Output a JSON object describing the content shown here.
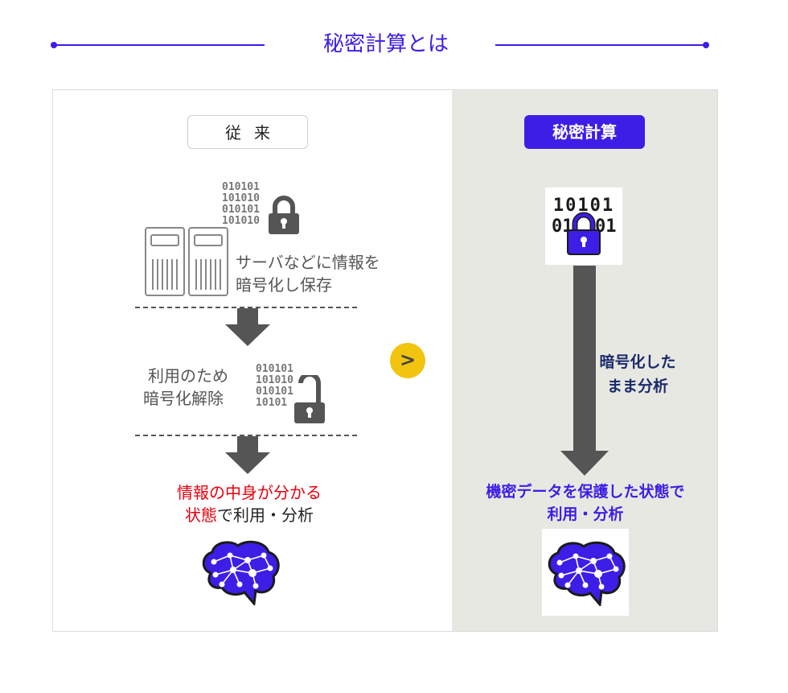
{
  "header": {
    "title": "秘密計算とは"
  },
  "legacy": {
    "label": "従来",
    "binary_top": "010101\n101010\n010101\n101010",
    "binary_mid": "010101\n101010\n010101\n10101",
    "step1_line1": "サーバなどに情報を",
    "step1_line2": "暗号化し保存",
    "step2_line1": "利用のため",
    "step2_line2": "暗号化解除",
    "result_line1": "情報の中身が分かる",
    "result_line2_red": "状態",
    "result_line2_rest": "で利用・分析"
  },
  "secure": {
    "label": "秘密計算",
    "binary_line1": "10101",
    "binary_line2": "01",
    "binary_line2_rest": "01",
    "analysis_line1": "暗号化した",
    "analysis_line2": "まま分析",
    "result_line1": "機密データを保護した状態で",
    "result_line2": "利用・分析"
  },
  "next_button": {
    "label": ">"
  },
  "colors": {
    "accent": "#3d1ee6",
    "red": "#e8000b",
    "next": "#f1c40f",
    "right_panel": "#e8e8e2",
    "lock_gray": "#555555",
    "lock_purple": "#3d1ee6"
  },
  "icons": [
    "server-icon",
    "lock-icon",
    "unlocked-icon",
    "down-arrow-icon",
    "brain-network-icon",
    "chevron-right-icon"
  ]
}
